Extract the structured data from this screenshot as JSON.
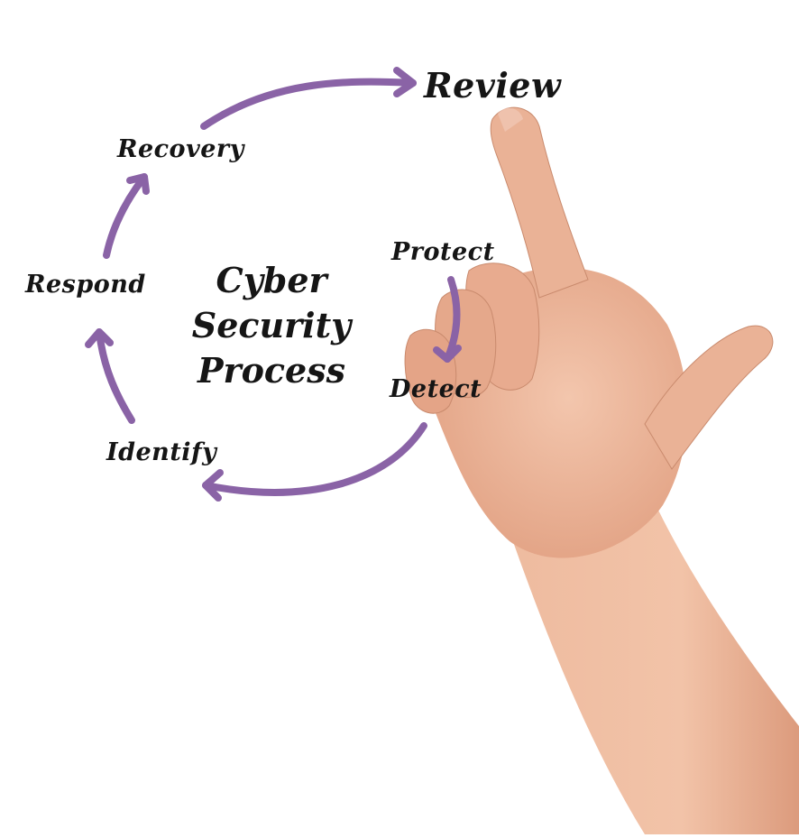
{
  "diagram": {
    "title_lines": [
      "Cyber",
      "Security",
      "Process"
    ],
    "steps": {
      "review": "Review",
      "recovery": "Recovery",
      "respond": "Respond",
      "identify": "Identify",
      "detect": "Detect",
      "protect": "Protect"
    },
    "colors": {
      "arrow": "#8a63a6",
      "text": "#151515",
      "skin": "#eab296"
    }
  }
}
